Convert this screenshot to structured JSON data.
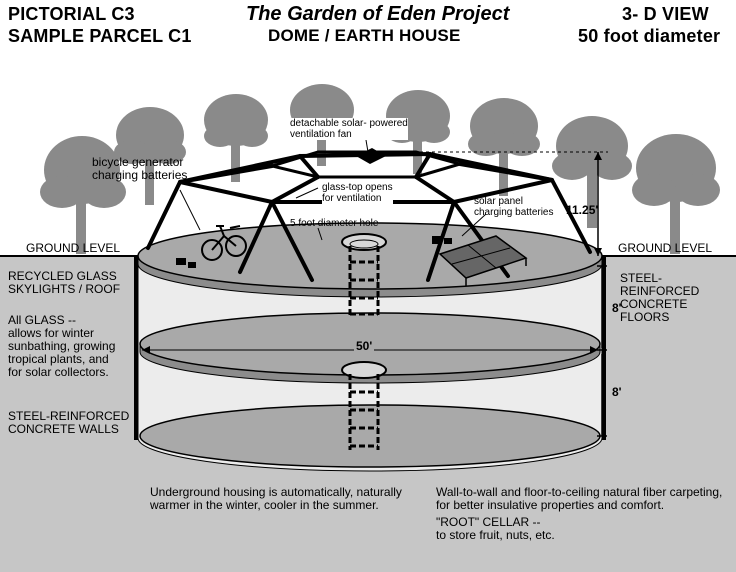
{
  "header": {
    "left_line1": "PICTORIAL  C3",
    "left_line2": "SAMPLE PARCEL  C1",
    "title": "The Garden of Eden Project",
    "subtitle": "DOME / EARTH HOUSE",
    "right_line1": "3- D VIEW",
    "right_line2": "50 foot diameter"
  },
  "labels": {
    "bicycle": "bicycle generator\ncharging batteries",
    "vent_fan": "detachable solar- powered\nventilation fan",
    "glass_top": "glass-top opens\nfor ventilation",
    "solar_panel": "solar panel\ncharging batteries",
    "hole": "5 foot diameter hole",
    "height": "11.25'",
    "ground_left": "GROUND LEVEL",
    "ground_right": "GROUND LEVEL",
    "skylights": "RECYCLED GLASS\nSKYLIGHTS / ROOF",
    "all_glass": "All GLASS --\nallows for winter\nsunbathing, growing\ntropical plants, and\nfor solar collectors.",
    "walls": "STEEL-REINFORCED\nCONCRETE WALLS",
    "floors": "STEEL-REINFORCED\nCONCRETE FLOORS",
    "dim_upper": "8'",
    "dim_lower": "8'",
    "diameter": "50'",
    "underground": "Underground housing is automatically, naturally\nwarmer  in the winter, cooler in the summer.",
    "carpeting": "Wall-to-wall and floor-to-ceiling natural fiber carpeting,\n  for better insulative properties and comfort.",
    "cellar": "\"ROOT\" CELLAR --\n  to store fruit, nuts, etc."
  },
  "colors": {
    "earth": "#c6c6c6",
    "disc": "#a9a9a9",
    "disc_edge": "#8c8c8c",
    "tree": "#8a8a8a",
    "cylinder": "#ececec"
  }
}
